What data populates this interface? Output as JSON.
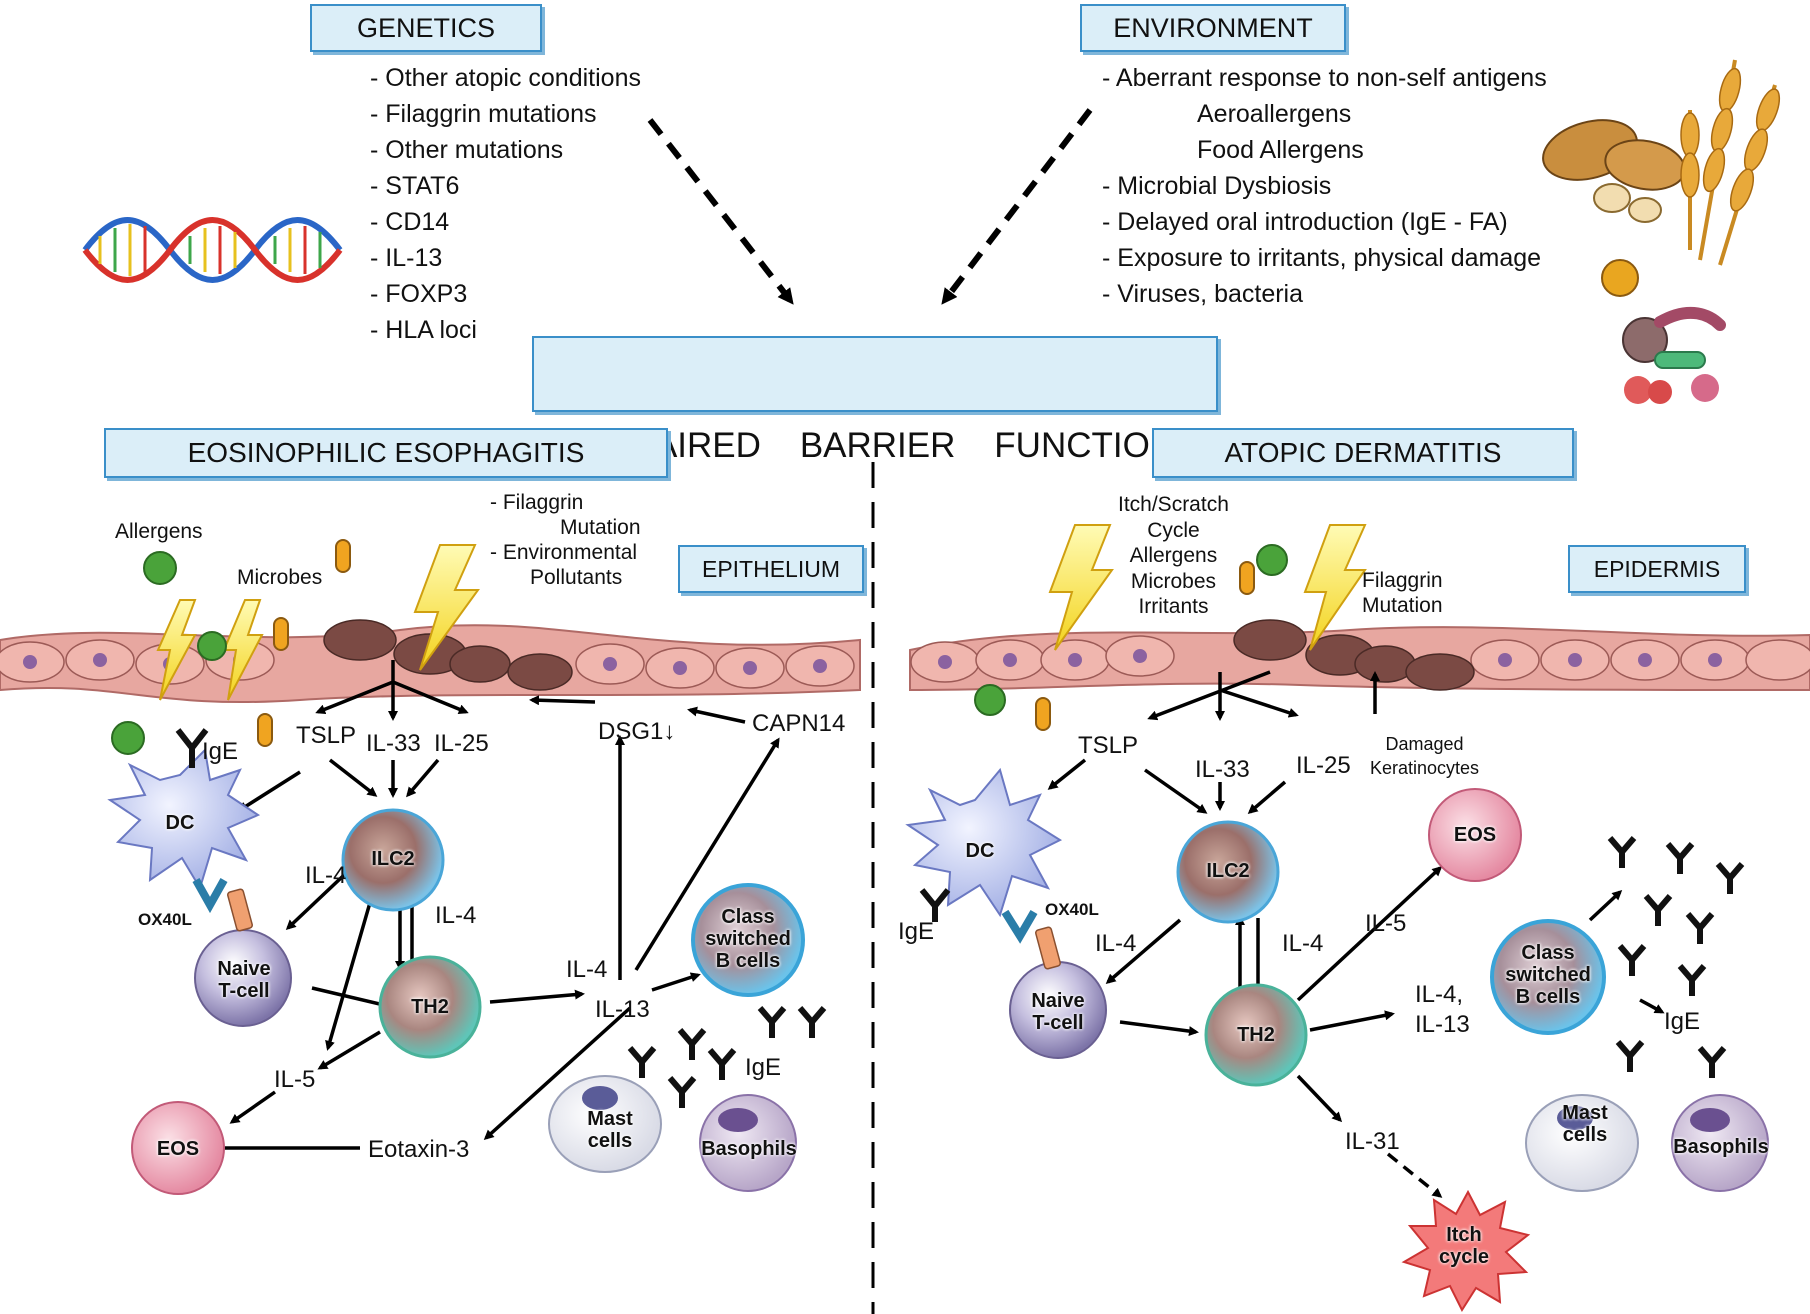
{
  "genetics": {
    "title": "GENETICS",
    "items": [
      "- Other atopic conditions",
      "- Filaggrin mutations",
      "- Other mutations",
      "- STAT6",
      "- CD14",
      "- IL-13",
      "- FOXP3",
      "- HLA loci"
    ]
  },
  "environment": {
    "title": "ENVIRONMENT",
    "items": [
      "- Aberrant response to non-self antigens",
      "Aeroallergens",
      "Food Allergens",
      "- Microbial Dysbiosis",
      "- Delayed oral introduction (IgE - FA)",
      "- Exposure to irritants, physical damage",
      "- Viruses, bacteria"
    ]
  },
  "center": {
    "title": "IMPAIRED    BARRIER    FUNCTION"
  },
  "eoe": {
    "title": "EOSINOPHILIC ESOPHAGITIS",
    "tissue": "EPITHELIUM",
    "allergens": "Allergens",
    "microbes": "Microbes",
    "triggers": [
      "- Filaggrin",
      "Mutation",
      "- Environmental",
      "Pollutants"
    ],
    "tslp": "TSLP",
    "il33": "IL-33",
    "il25": "IL-25",
    "ige": "IgE",
    "dc": "DC",
    "ilc2": "ILC2",
    "ox40l": "OX40L",
    "naive": [
      "Naive",
      "T-cell"
    ],
    "th2": "TH2",
    "il4_a": "IL-4",
    "il4_b": "IL-4",
    "il4_c": "IL-4",
    "il13": "IL-13",
    "il5": "IL-5",
    "eos": "EOS",
    "eotaxin": "Eotaxin-3",
    "dsg1": "DSG1↓",
    "capn14": "CAPN14",
    "bcells": [
      "Class",
      "switched",
      "B cells"
    ],
    "ige2": "IgE",
    "mast": [
      "Mast",
      "cells"
    ],
    "basophils": "Basophils"
  },
  "ad": {
    "title": "ATOPIC DERMATITIS",
    "tissue": "EPIDERMIS",
    "triggers": [
      "Itch/Scratch",
      "Cycle",
      "Allergens",
      "Microbes",
      "Irritants"
    ],
    "filaggrin": [
      "Filaggrin",
      "Mutation"
    ],
    "damaged": [
      "Damaged",
      "Keratinocytes"
    ],
    "tslp": "TSLP",
    "il33": "IL-33",
    "il25": "IL-25",
    "dc": "DC",
    "ige": "IgE",
    "ox40l": "OX40L",
    "ilc2": "ILC2",
    "naive": [
      "Naive",
      "T-cell"
    ],
    "th2": "TH2",
    "il4_a": "IL-4",
    "il4_b": "IL-4",
    "il5": "IL-5",
    "eos": "EOS",
    "il4_13": [
      "IL-4,",
      "IL-13"
    ],
    "il31": "IL-31",
    "itch": [
      "Itch",
      "cycle"
    ],
    "bcells": [
      "Class",
      "switched",
      "B cells"
    ],
    "ige2": "IgE",
    "mast": [
      "Mast",
      "cells"
    ],
    "basophils": "Basophils"
  }
}
